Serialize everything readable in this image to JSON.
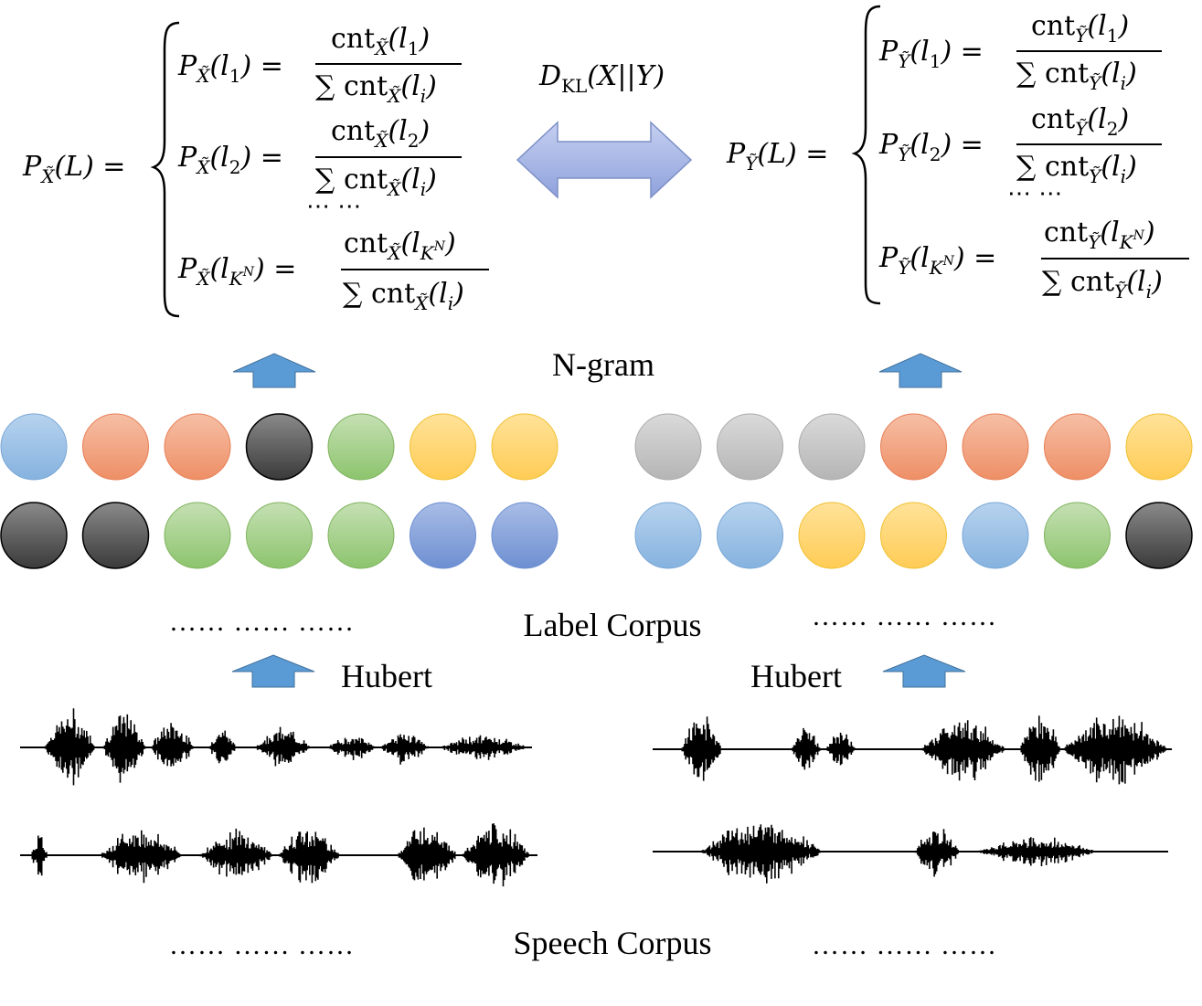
{
  "formulas": {
    "left_lhs": "P",
    "left_lhs_sub": "X̃",
    "left_lhs_arg": "(L) =",
    "left_rows": [
      {
        "arg": "(l",
        "idx": "1",
        "close": ") ="
      },
      {
        "arg": "(l",
        "idx": "2",
        "close": ") ="
      },
      {
        "arg": "(l",
        "idx": "K",
        "sup": "N",
        "close": ") ="
      }
    ],
    "left_sub": "X̃",
    "right_lhs": "P",
    "right_lhs_sub": "Ỹ",
    "right_lhs_arg": "(L) =",
    "right_sub": "Ỹ",
    "numerator_prefix": "cnt",
    "denominator_prefix": "∑ cnt",
    "denominator_arg": "(l",
    "denominator_idx": "i",
    "ellipsis": "⋯ ⋯",
    "kl_label": "D",
    "kl_sub": "KL",
    "kl_arg": "(X||Y)"
  },
  "labels": {
    "ngram": "N-gram",
    "label_corpus": "Label Corpus",
    "hubert_left": "Hubert",
    "hubert_right": "Hubert",
    "speech_corpus": "Speech Corpus",
    "dots_label_left": "…… …… ……",
    "dots_label_right": "…… …… ……",
    "dots_speech_left": "…… …… ……",
    "dots_speech_right": "…… …… ……"
  },
  "colors": {
    "blue": "#9dc3e6",
    "orange": "#f4a582",
    "black": "#4d4d4d",
    "green": "#a9d18e",
    "yellow": "#ffd966",
    "purple": "#8faadc",
    "gray": "#c9c9c9",
    "arrow": "#5b9bd5",
    "kl_arrow": "#a9b7e3"
  },
  "circles": {
    "left_row1": [
      "blue",
      "orange",
      "orange",
      "black",
      "green",
      "yellow",
      "yellow"
    ],
    "left_row2": [
      "black",
      "black",
      "green",
      "green",
      "green",
      "purple",
      "purple"
    ],
    "right_row1": [
      "gray",
      "gray",
      "gray",
      "orange",
      "orange",
      "orange",
      "yellow"
    ],
    "right_row2": [
      "blue",
      "blue",
      "yellow",
      "yellow",
      "blue",
      "green",
      "black"
    ]
  }
}
